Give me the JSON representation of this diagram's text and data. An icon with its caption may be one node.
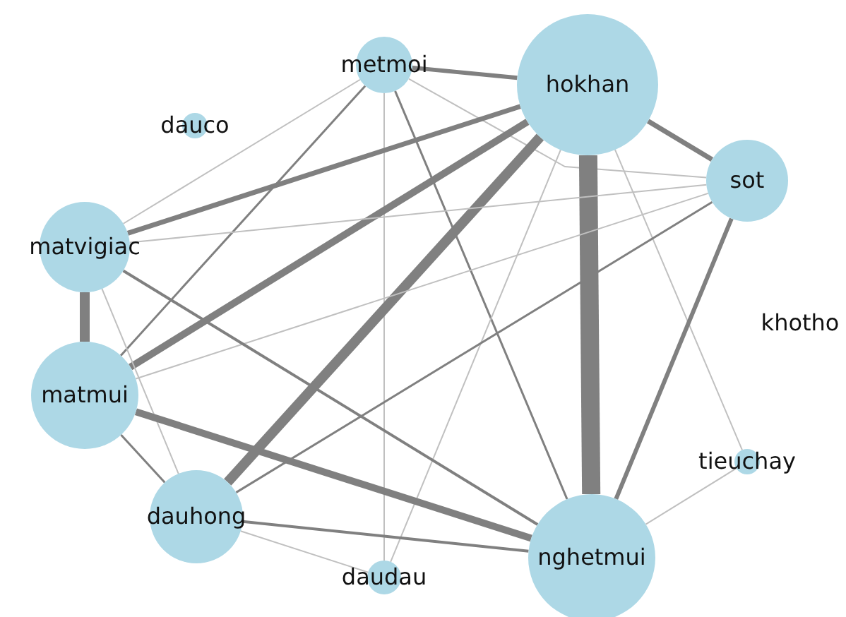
{
  "diagram": {
    "nodes": [
      {
        "text": [
          "metmoi"
        ]
      },
      {
        "text": [
          "hokhan"
        ]
      },
      {
        "text": [
          "dauco"
        ]
      },
      {
        "text": [
          "sot"
        ]
      },
      {
        "text": [
          "matvigiac"
        ]
      },
      {
        "text": [
          "khotho"
        ]
      },
      {
        "text": [
          "matmui"
        ]
      },
      {
        "text": [
          "tieuchay"
        ]
      },
      {
        "text": [
          "dauhong"
        ]
      },
      {
        "text": [
          "daudau"
        ]
      },
      {
        "text": [
          "nghetmui"
        ]
      }
    ],
    "edges": [
      {
        "from": 0,
        "to": 1,
        "arrow": "none",
        "style": "thick"
      },
      {
        "from": 0,
        "to": 3,
        "arrow": "none",
        "color": "#c0c0c0"
      },
      {
        "from": 0,
        "to": 4,
        "arrow": "none",
        "color": "#c0c0c0"
      },
      {
        "from": 0,
        "to": 6,
        "arrow": "none"
      },
      {
        "from": 0,
        "to": 9,
        "arrow": "none",
        "color": "#c0c0c0"
      },
      {
        "from": 0,
        "to": 10,
        "arrow": "none"
      },
      {
        "from": 1,
        "to": 4,
        "arrow": "none",
        "style": "thick"
      },
      {
        "from": 1,
        "to": 6,
        "arrow": "none",
        "style": "thick"
      },
      {
        "from": 1,
        "to": 8,
        "arrow": "none",
        "style": "thick"
      },
      {
        "from": 1,
        "to": 10,
        "arrow": "none",
        "style": "thick"
      },
      {
        "from": 1,
        "to": 3,
        "arrow": "none",
        "style": "thick"
      },
      {
        "from": 1,
        "to": 9,
        "arrow": "none",
        "color": "#c0c0c0"
      },
      {
        "from": 1,
        "to": 7,
        "arrow": "none",
        "color": "#c0c0c0"
      },
      {
        "from": 3,
        "to": 4,
        "arrow": "none",
        "color": "#c0c0c0"
      },
      {
        "from": 3,
        "to": 6,
        "arrow": "none",
        "color": "#c0c0c0"
      },
      {
        "from": 3,
        "to": 8,
        "arrow": "none"
      },
      {
        "from": 3,
        "to": 10,
        "arrow": "none",
        "style": "thick"
      },
      {
        "from": 4,
        "to": 6,
        "arrow": "none",
        "style": "thick"
      },
      {
        "from": 4,
        "to": 10,
        "arrow": "none"
      },
      {
        "from": 4,
        "to": 8,
        "arrow": "none",
        "color": "#c0c0c0"
      },
      {
        "from": 6,
        "to": 10,
        "arrow": "none",
        "style": "thick"
      },
      {
        "from": 6,
        "to": 8,
        "arrow": "none"
      },
      {
        "from": 8,
        "to": 10,
        "arrow": "none"
      },
      {
        "from": 8,
        "to": 9,
        "arrow": "none",
        "color": "#c0c0c0"
      },
      {
        "from": 10,
        "to": 7,
        "arrow": "none",
        "color": "#c0c0c0"
      }
    ]
  }
}
